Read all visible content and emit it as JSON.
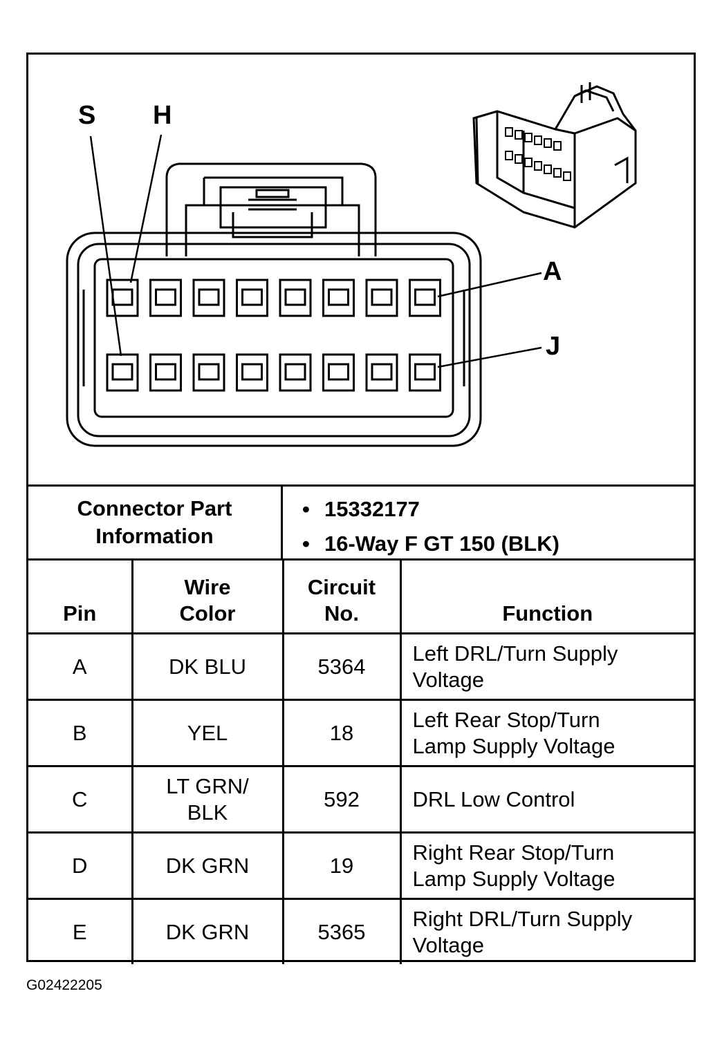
{
  "diagram": {
    "callouts": {
      "s": "S",
      "h": "H",
      "a": "A",
      "j": "J"
    },
    "icons": [
      "connector-face-drawing",
      "connector-3d-view"
    ]
  },
  "connector_info": {
    "label_line1": "Connector Part",
    "label_line2": "Information",
    "bullet": "•",
    "items": [
      "15332177",
      "16-Way F GT 150 (BLK)"
    ]
  },
  "table": {
    "headers": {
      "pin": "Pin",
      "wire_color_1": "Wire",
      "wire_color_2": "Color",
      "circuit_1": "Circuit",
      "circuit_2": "No.",
      "function": "Function"
    },
    "rows": [
      {
        "pin": "A",
        "color_1": "DK BLU",
        "color_2": "",
        "circuit": "5364",
        "function_1": "Left DRL/Turn Supply",
        "function_2": "Voltage"
      },
      {
        "pin": "B",
        "color_1": "YEL",
        "color_2": "",
        "circuit": "18",
        "function_1": "Left Rear Stop/Turn",
        "function_2": "Lamp Supply Voltage"
      },
      {
        "pin": "C",
        "color_1": "LT GRN/",
        "color_2": "BLK",
        "circuit": "592",
        "function_1": "DRL Low Control",
        "function_2": ""
      },
      {
        "pin": "D",
        "color_1": "DK GRN",
        "color_2": "",
        "circuit": "19",
        "function_1": "Right Rear Stop/Turn",
        "function_2": "Lamp Supply Voltage"
      },
      {
        "pin": "E",
        "color_1": "DK GRN",
        "color_2": "",
        "circuit": "5365",
        "function_1": "Right DRL/Turn Supply",
        "function_2": "Voltage"
      }
    ]
  },
  "footer": {
    "code": "G02422205"
  }
}
